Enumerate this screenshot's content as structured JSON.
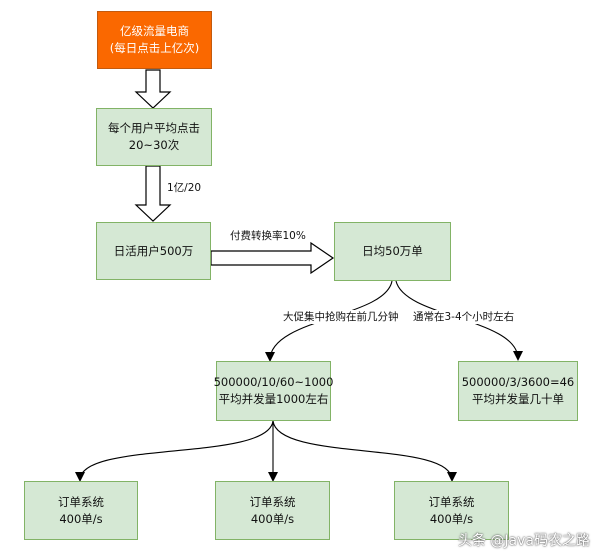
{
  "nodes": {
    "start": {
      "line1": "亿级流量电商",
      "line2": "(每日点击上亿次)"
    },
    "clicks": {
      "line1": "每个用户平均点击",
      "line2": "20~30次"
    },
    "dau": {
      "line1": "日活用户500万"
    },
    "orders": {
      "line1": "日均50万单"
    },
    "promo_calc": {
      "line1": "500000/10/60~1000",
      "line2": "平均并发量1000左右"
    },
    "normal_calc": {
      "line1": "500000/3/3600=46",
      "line2": "平均并发量几十单"
    },
    "order_sys_1": {
      "line1": "订单系统",
      "line2": "400单/s"
    },
    "order_sys_2": {
      "line1": "订单系统",
      "line2": "400单/s"
    },
    "order_sys_3": {
      "line1": "订单系统",
      "line2": "400单/s"
    }
  },
  "edges": {
    "clicks_to_dau": "1亿/20",
    "dau_to_orders": "付费转换率10%",
    "orders_to_promo": "大促集中抢购在前几分钟",
    "orders_to_normal": "通常在3-4个小时左右"
  },
  "colors": {
    "start_fill": "#fa6800",
    "node_fill": "#d5e8d4",
    "node_border": "#82b366",
    "arrow": "#000000"
  },
  "watermark": "头条 @Java码农之路"
}
